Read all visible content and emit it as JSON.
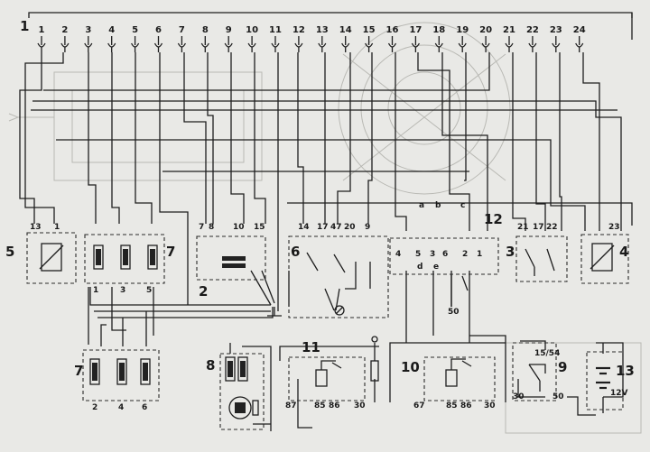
{
  "components": {
    "c1": {
      "number": "1"
    },
    "c2": {
      "number": "2"
    },
    "c3": {
      "number": "3"
    },
    "c4": {
      "number": "4"
    },
    "c5": {
      "number": "5"
    },
    "c6": {
      "number": "6"
    },
    "c7a": {
      "number": "7"
    },
    "c7b": {
      "number": "7"
    },
    "c8": {
      "number": "8"
    },
    "c9": {
      "number": "9"
    },
    "c10": {
      "number": "10"
    },
    "c11": {
      "number": "11"
    },
    "c12": {
      "number": "12"
    },
    "c13": {
      "number": "13"
    }
  },
  "connector_pins": [
    "1",
    "2",
    "3",
    "4",
    "5",
    "6",
    "7",
    "8",
    "9",
    "10",
    "11",
    "12",
    "13",
    "14",
    "15",
    "16",
    "17",
    "18",
    "19",
    "20",
    "21",
    "22",
    "23",
    "24"
  ],
  "block5": {
    "pins": [
      "13",
      "1"
    ]
  },
  "block7a": {
    "pins": [
      "1",
      "3",
      "5"
    ]
  },
  "block7b": {
    "pins": [
      "2",
      "4",
      "6"
    ]
  },
  "block2": {
    "pins": [
      "7",
      "8",
      "10",
      "15"
    ]
  },
  "block6": {
    "pins": [
      "14",
      "17",
      "47",
      "20",
      "9"
    ]
  },
  "block12": {
    "pins": [
      "4",
      "5",
      "3",
      "6",
      "2",
      "1"
    ],
    "letters_top": [
      "a",
      "b",
      "c"
    ],
    "letters_bottom": [
      "d",
      "e"
    ],
    "terminal": "50"
  },
  "block3": {
    "pins": [
      "21",
      "17",
      "22"
    ]
  },
  "block4": {
    "pins": [
      "23"
    ]
  },
  "relay11": {
    "pins": [
      "87",
      "85",
      "86",
      "30"
    ]
  },
  "relay10": {
    "pins": [
      "67",
      "85",
      "86",
      "30"
    ]
  },
  "switch9": {
    "top": "15/54",
    "pins": [
      "30",
      "50"
    ]
  },
  "battery13": {
    "voltage": "12V"
  }
}
